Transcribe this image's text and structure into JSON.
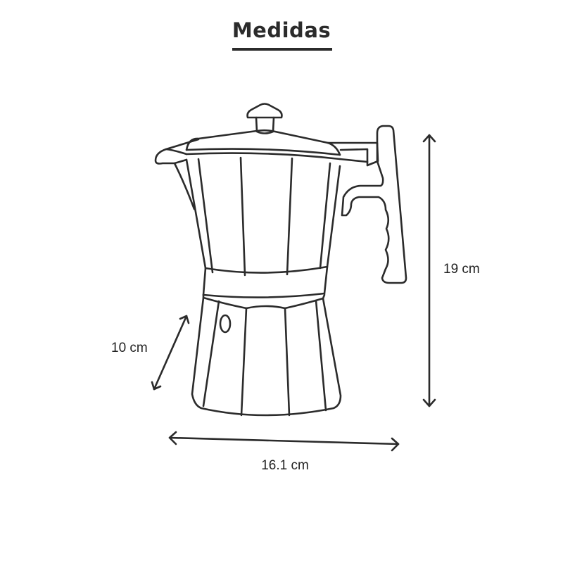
{
  "title": "Medidas",
  "dimensions": {
    "height_label": "19 cm",
    "base_height_label": "10 cm",
    "width_label": "16.1 cm"
  },
  "colors": {
    "line": "#2b2b2b",
    "background": "#ffffff"
  }
}
